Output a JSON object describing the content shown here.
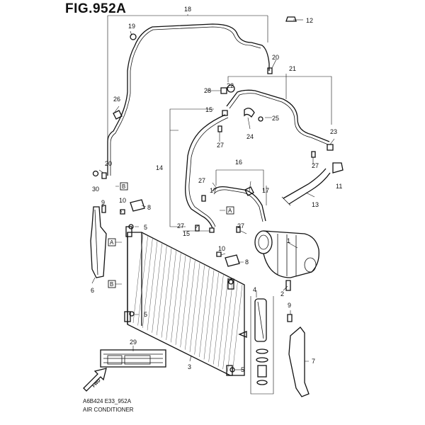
{
  "figure": {
    "title": "FIG.952A",
    "code": "A6B424 E33_952A",
    "name": "AIR CONDITIONER"
  },
  "callouts": [
    {
      "id": "c18",
      "text": "18"
    },
    {
      "id": "c12",
      "text": "12"
    },
    {
      "id": "c19",
      "text": "19"
    },
    {
      "id": "c20a",
      "text": "20"
    },
    {
      "id": "c21",
      "text": "21"
    },
    {
      "id": "c22",
      "text": "22"
    },
    {
      "id": "c28",
      "text": "28"
    },
    {
      "id": "c26",
      "text": "26"
    },
    {
      "id": "c15a",
      "text": "15"
    },
    {
      "id": "c25",
      "text": "25"
    },
    {
      "id": "c24",
      "text": "24"
    },
    {
      "id": "c23",
      "text": "23"
    },
    {
      "id": "c27a",
      "text": "27"
    },
    {
      "id": "c14",
      "text": "14"
    },
    {
      "id": "c20b",
      "text": "20"
    },
    {
      "id": "c27b",
      "text": "27"
    },
    {
      "id": "c16",
      "text": "16"
    },
    {
      "id": "c11",
      "text": "11"
    },
    {
      "id": "c30",
      "text": "30"
    },
    {
      "id": "c27c",
      "text": "27"
    },
    {
      "id": "c17a",
      "text": "17"
    },
    {
      "id": "c17b",
      "text": "17"
    },
    {
      "id": "c13",
      "text": "13"
    },
    {
      "id": "c9a",
      "text": "9"
    },
    {
      "id": "c10a",
      "text": "10"
    },
    {
      "id": "c8a",
      "text": "8"
    },
    {
      "id": "c27d",
      "text": "27"
    },
    {
      "id": "c27e",
      "text": "27"
    },
    {
      "id": "c5a",
      "text": "5"
    },
    {
      "id": "c15b",
      "text": "15"
    },
    {
      "id": "c1",
      "text": "1"
    },
    {
      "id": "c10b",
      "text": "10"
    },
    {
      "id": "c8b",
      "text": "8"
    },
    {
      "id": "c6",
      "text": "6"
    },
    {
      "id": "c2",
      "text": "2"
    },
    {
      "id": "c4",
      "text": "4"
    },
    {
      "id": "c5b",
      "text": "5"
    },
    {
      "id": "c9b",
      "text": "9"
    },
    {
      "id": "c29",
      "text": "29"
    },
    {
      "id": "c3",
      "text": "3"
    },
    {
      "id": "c7",
      "text": "7"
    },
    {
      "id": "c5c",
      "text": "5"
    }
  ],
  "connectors": [
    {
      "id": "ra1",
      "text": "A"
    },
    {
      "id": "ra2",
      "text": "A"
    },
    {
      "id": "rb1",
      "text": "B"
    },
    {
      "id": "rb2",
      "text": "B"
    }
  ],
  "fwd_label": "FWD"
}
